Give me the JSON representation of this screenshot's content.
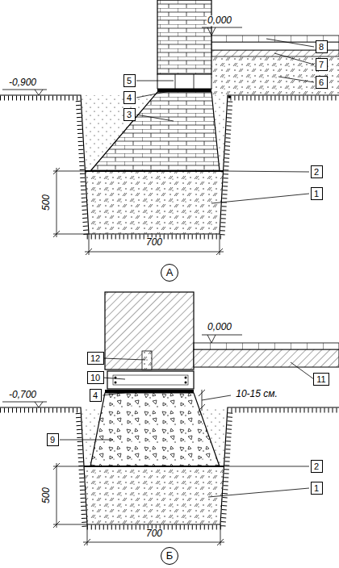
{
  "diagram": {
    "nodes": [
      {
        "text": [
          "8"
        ]
      },
      {
        "text": [
          "7"
        ]
      },
      {
        "text": [
          "6"
        ]
      },
      {
        "text": [
          "5"
        ]
      },
      {
        "text": [
          "4"
        ]
      },
      {
        "text": [
          "3"
        ]
      },
      {
        "text": [
          "2"
        ]
      },
      {
        "text": [
          "1"
        ]
      },
      {
        "text": [
          "А"
        ]
      },
      {
        "text": [
          "12"
        ]
      },
      {
        "text": [
          "10"
        ]
      },
      {
        "text": [
          "4"
        ]
      },
      {
        "text": [
          "11"
        ]
      },
      {
        "text": [
          "9"
        ]
      },
      {
        "text": [
          "2"
        ]
      },
      {
        "text": [
          "1"
        ]
      },
      {
        "text": [
          "Б"
        ]
      }
    ],
    "labels": [
      "0,000",
      "-0,900",
      "500",
      "700",
      "0,000",
      "-0,700",
      "10-15 см.",
      "500",
      "700"
    ]
  }
}
